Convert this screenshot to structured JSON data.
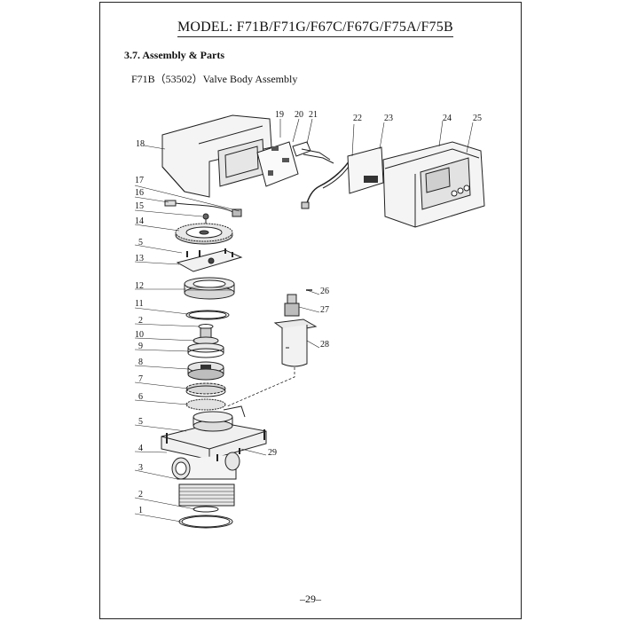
{
  "header": {
    "model_title": "MODEL:  F71B/F71G/F67C/F67G/F75A/F75B"
  },
  "section": {
    "title": "3.7. Assembly & Parts"
  },
  "subsection": {
    "title": "F71B（53502）Valve Body Assembly"
  },
  "footer": {
    "page_number": "–29–"
  },
  "callouts": [
    {
      "id": "c18",
      "label": "18"
    },
    {
      "id": "c19",
      "label": "19"
    },
    {
      "id": "c20",
      "label": "20"
    },
    {
      "id": "c21",
      "label": "21"
    },
    {
      "id": "c22",
      "label": "22"
    },
    {
      "id": "c23",
      "label": "23"
    },
    {
      "id": "c24",
      "label": "24"
    },
    {
      "id": "c25",
      "label": "25"
    },
    {
      "id": "c17",
      "label": "17"
    },
    {
      "id": "c16",
      "label": "16"
    },
    {
      "id": "c15",
      "label": "15"
    },
    {
      "id": "c14",
      "label": "14"
    },
    {
      "id": "c5a",
      "label": "5"
    },
    {
      "id": "c13",
      "label": "13"
    },
    {
      "id": "c12",
      "label": "12"
    },
    {
      "id": "c11",
      "label": "11"
    },
    {
      "id": "c2a",
      "label": "2"
    },
    {
      "id": "c10",
      "label": "10"
    },
    {
      "id": "c9",
      "label": "9"
    },
    {
      "id": "c8",
      "label": "8"
    },
    {
      "id": "c7",
      "label": "7"
    },
    {
      "id": "c6",
      "label": "6"
    },
    {
      "id": "c5b",
      "label": "5"
    },
    {
      "id": "c4",
      "label": "4"
    },
    {
      "id": "c3",
      "label": "3"
    },
    {
      "id": "c2b",
      "label": "2"
    },
    {
      "id": "c1",
      "label": "1"
    },
    {
      "id": "c26",
      "label": "26"
    },
    {
      "id": "c27",
      "label": "27"
    },
    {
      "id": "c28",
      "label": "28"
    },
    {
      "id": "c29",
      "label": "29"
    }
  ]
}
